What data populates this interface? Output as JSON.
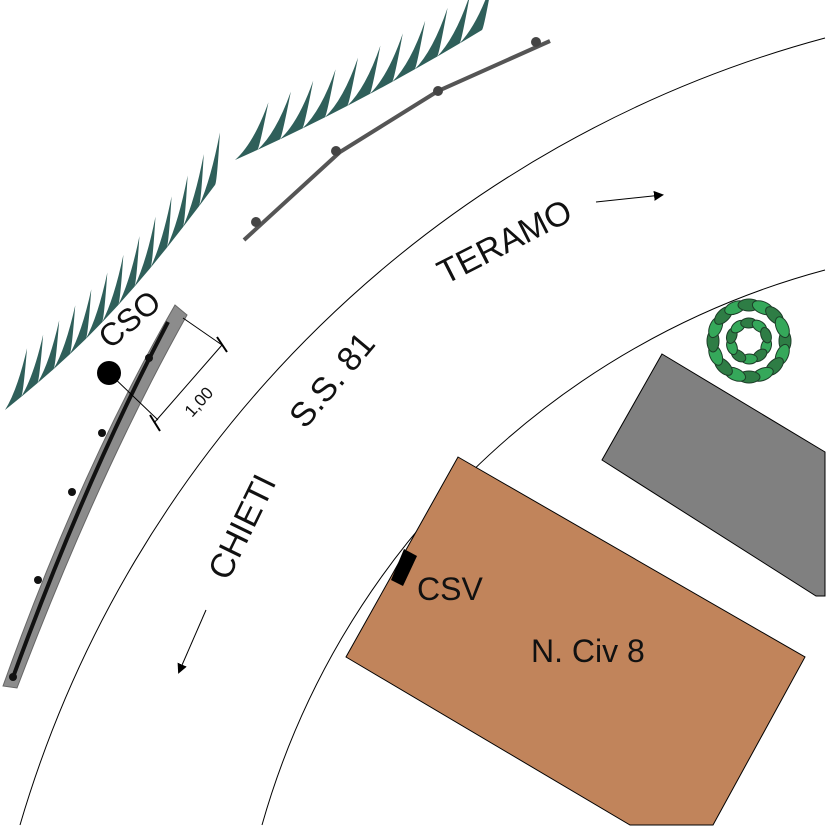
{
  "labels": {
    "teramo": "TERAMO",
    "chieti": "CHIETI",
    "road": "S.S. 81",
    "cso": "CSO",
    "csv": "CSV",
    "building": "N. Civ 8",
    "dimension": "1,00"
  },
  "icons": {
    "teramo_arrow": "arrow-right-icon",
    "chieti_arrow": "arrow-down-left-icon",
    "tree": "tree-icon",
    "hedge": "hedge-icon"
  },
  "colors": {
    "building_fill": "#c1845b",
    "gray_block": "#808080",
    "sidewalk": "#8c8c8c",
    "hedge": "#2f5f5a",
    "tree_dark": "#2e7d45",
    "tree_light": "#35a85a"
  }
}
